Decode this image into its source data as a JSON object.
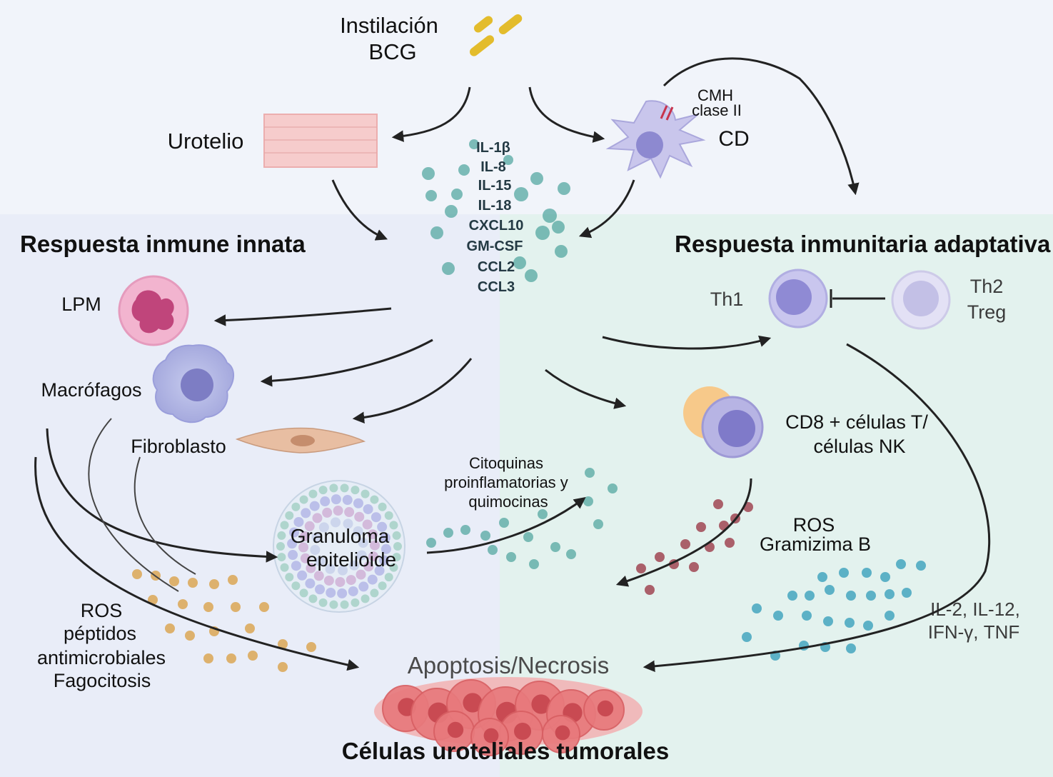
{
  "labels": {
    "bcg": [
      "Instilación",
      "BCG"
    ],
    "urotelio": "Urotelio",
    "cmh": [
      "CMH",
      "clase II"
    ],
    "cd": "CD",
    "innate_title": "Respuesta inmune innata",
    "adaptive_title": "Respuesta inmunitaria adaptativa",
    "lpm": "LPM",
    "macrofagos": "Macrófagos",
    "fibroblasto": "Fibroblasto",
    "granuloma": [
      "Granuloma",
      "epitelioide"
    ],
    "citoquinas": [
      "Citoquinas",
      "proinflamatorias y",
      "quimocinas"
    ],
    "th1": "Th1",
    "th2": [
      "Th2",
      "Treg"
    ],
    "cd8": [
      "CD8 + células T/",
      "células NK"
    ],
    "ros_gram": [
      "ROS",
      "Gramizima B"
    ],
    "ros_innate": [
      "ROS",
      "péptidos",
      "antimicrobiales",
      "Fagocitosis"
    ],
    "il": [
      "IL-2, IL-12,",
      "IFN-γ, TNF"
    ],
    "apoptosis": "Apoptosis/Necrosis",
    "tumor": "Células uroteliales tumorales"
  },
  "cytokines": [
    "IL-1β",
    "IL-8",
    "IL-15",
    "IL-18",
    "CXCL10",
    "GM-CSF",
    "CCL2",
    "CCL3"
  ],
  "colors": {
    "innate_bg": "#e9edf8",
    "adaptive_bg": "#e3f2ee",
    "top_bg": "#f1f4fa",
    "cytokine_dot": "#4aa39b",
    "ros_dot": "#d9a14a",
    "granzyme_dot": "#9b3b49",
    "il_dot": "#2f9bb8",
    "bcg": "#e3bc2c",
    "tumor": "#e8797c"
  }
}
